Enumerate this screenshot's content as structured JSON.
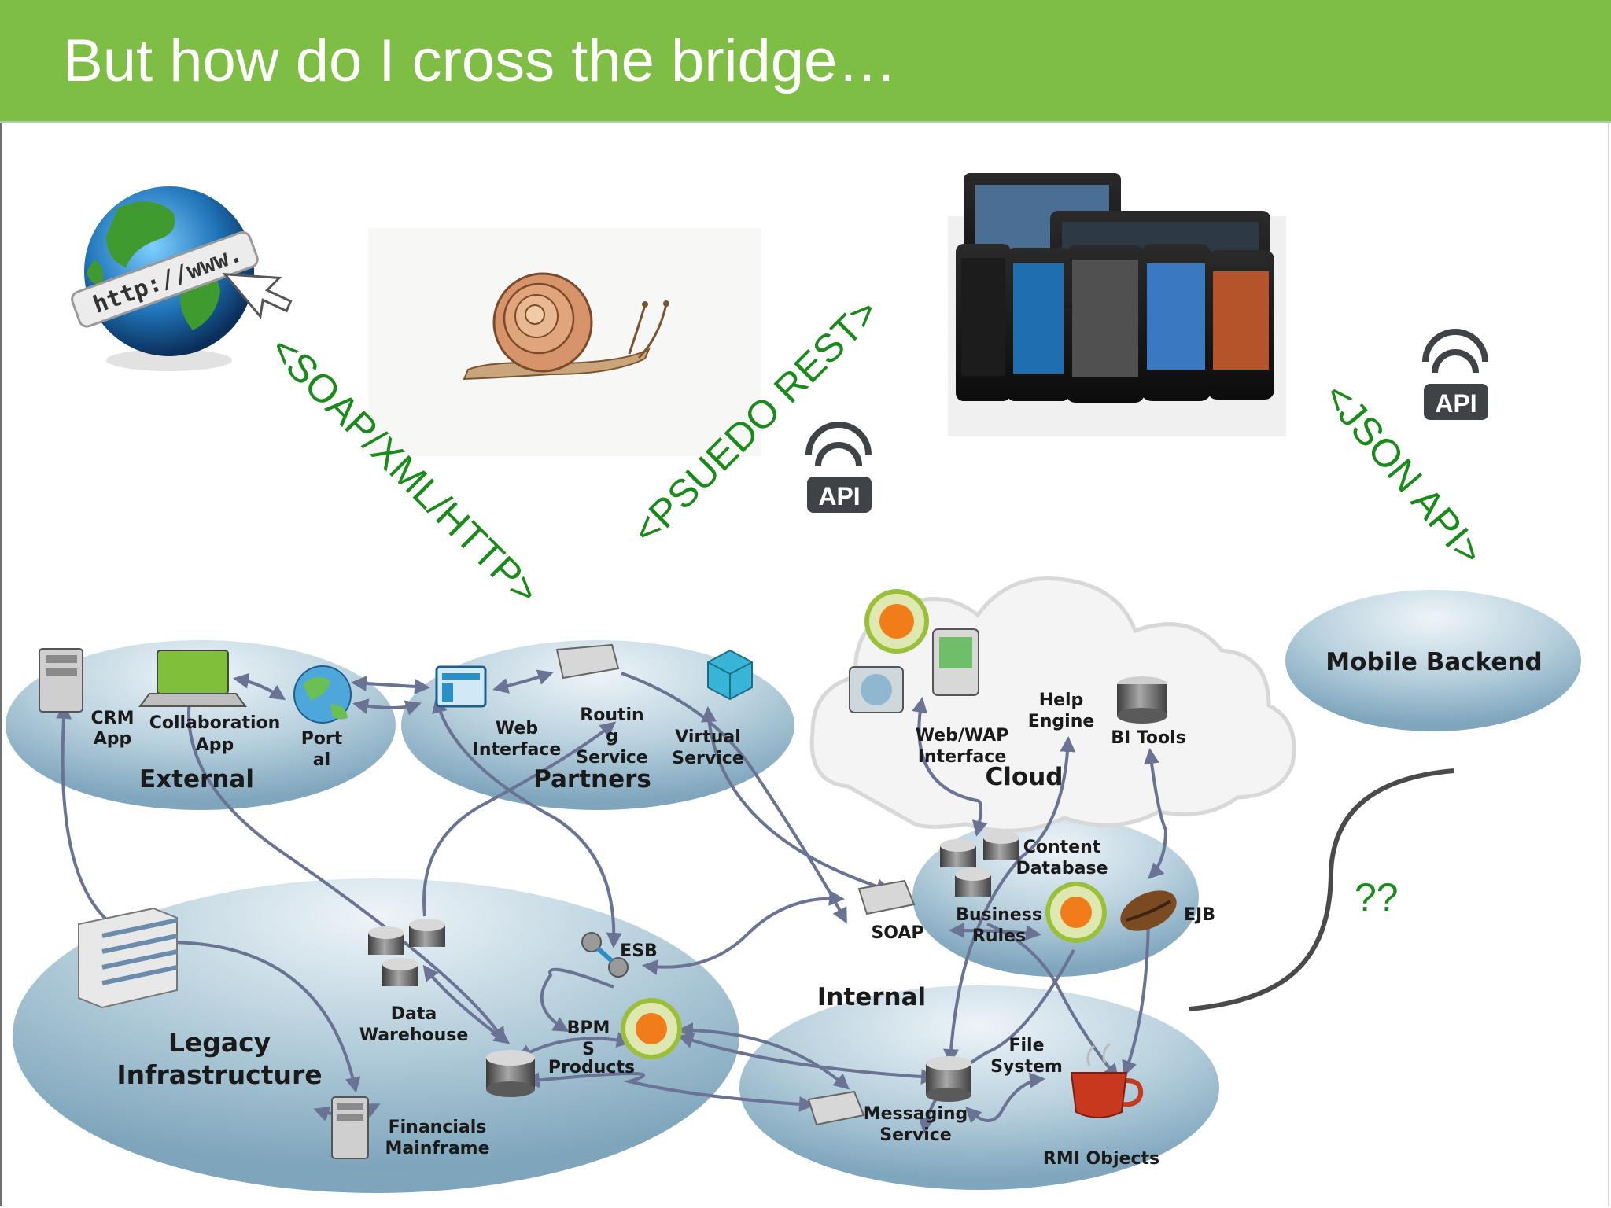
{
  "slide": {
    "title": "But how do I cross the bridge…"
  },
  "protocols": {
    "soap": "<SOAP/XML/HTTP>",
    "rest": "<PSUEDO REST>",
    "json": "<JSON API>",
    "unknown": "??"
  },
  "badges": {
    "api_left": "API",
    "api_right": "API"
  },
  "globe": {
    "url_text": "http://www."
  },
  "zones": {
    "external": "External",
    "partners": "Partners",
    "cloud": "Cloud",
    "internal": "Internal",
    "legacy_line1": "Legacy",
    "legacy_line2": "Infrastructure",
    "mobile": "Mobile Backend"
  },
  "nodes": {
    "crm": [
      "CRM",
      "App"
    ],
    "collab": [
      "Collaboration",
      "App"
    ],
    "portal": [
      "Port",
      "al"
    ],
    "web_interface": [
      "Web",
      "Interface"
    ],
    "routing": [
      "Routin",
      "g",
      "Service"
    ],
    "virtual": [
      "Virtual",
      "Service"
    ],
    "wap": [
      "Web/WAP",
      "Interface"
    ],
    "help": [
      "Help",
      "Engine"
    ],
    "bi": "BI Tools",
    "content_db": [
      "Content",
      "Database"
    ],
    "soap": "SOAP",
    "rules": [
      "Business",
      "Rules"
    ],
    "ejb": "EJB",
    "esb": "ESB",
    "data_wh": [
      "Data",
      "Warehouse"
    ],
    "bpm": [
      "BPM",
      "S",
      "Products"
    ],
    "file_sys": [
      "File",
      "System"
    ],
    "messaging": [
      "Messaging",
      "Service"
    ],
    "rmi": "RMI Objects",
    "financials": [
      "Financials",
      "Mainframe"
    ]
  },
  "colors": {
    "header": "#7fbe45",
    "protocol_text": "#1a8a1a",
    "ellipse": "#a9c7d8",
    "arrow": "#6a7394"
  }
}
